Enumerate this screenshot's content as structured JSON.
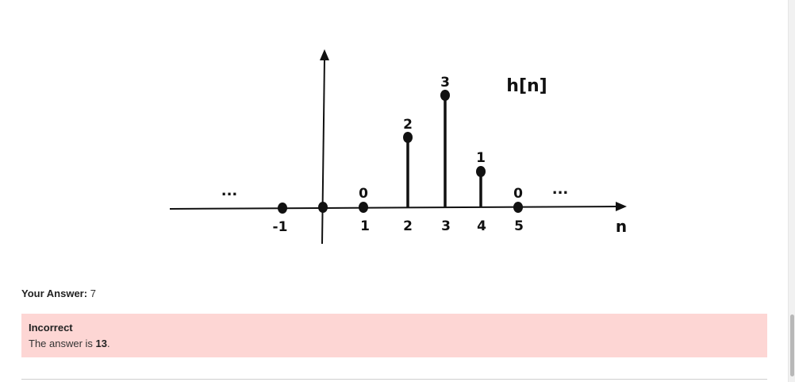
{
  "figure": {
    "signal_label": "h[n]",
    "axis_label": "n",
    "ellipsis_left": "...",
    "ellipsis_right": "...",
    "tick_labels": [
      "-1",
      "1",
      "2",
      "3",
      "4",
      "5"
    ],
    "samples": [
      {
        "n": -1,
        "value": null
      },
      {
        "n": 0,
        "value": null
      },
      {
        "n": 1,
        "value": 0,
        "label": "0"
      },
      {
        "n": 2,
        "value": 2,
        "label": "2"
      },
      {
        "n": 3,
        "value": 3,
        "label": "3"
      },
      {
        "n": 4,
        "value": 1,
        "label": "1"
      },
      {
        "n": 5,
        "value": 0,
        "label": "0"
      }
    ]
  },
  "answer": {
    "prefix": "Your Answer:",
    "value": "7"
  },
  "feedback": {
    "status": "Incorrect",
    "text_before": "The answer is ",
    "correct_value": "13",
    "text_after": ".",
    "background": "#fdd6d4"
  }
}
